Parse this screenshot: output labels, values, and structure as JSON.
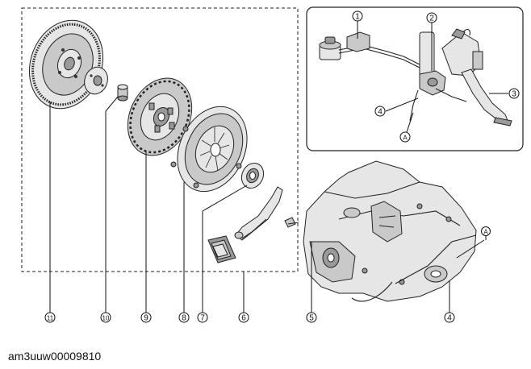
{
  "image_id": "am3uuw00009810",
  "callouts": {
    "c11": "11",
    "c10": "10",
    "c9": "9",
    "c8": "8",
    "c7": "7",
    "c6": "6",
    "c5": "5",
    "c4_bottom": "4",
    "cA_bottom": "A",
    "c1": "1",
    "c2": "2",
    "c3": "3",
    "c4_inset": "4",
    "cA_inset": "A"
  },
  "parts": {
    "flywheel": "flywheel-icon",
    "pilot_bearing": "pilot-bearing-icon",
    "clutch_disc": "clutch-disc-icon",
    "pressure_plate": "clutch-cover-icon",
    "release_bearing": "release-bearing-icon",
    "release_fork": "release-fork-icon",
    "boot": "boot-icon",
    "transaxle": "transaxle-icon",
    "master_cylinder": "master-cylinder-icon",
    "pedal": "clutch-pedal-icon"
  }
}
